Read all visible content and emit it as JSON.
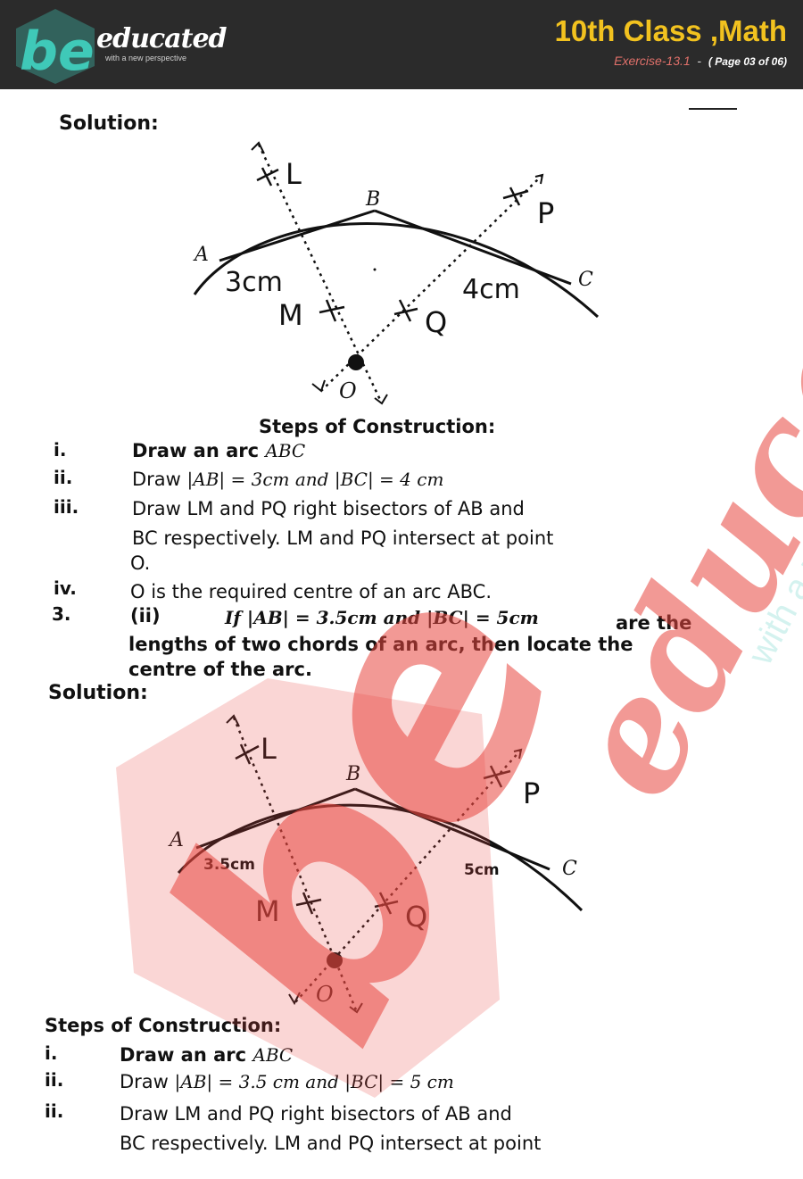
{
  "header": {
    "logo_text": "educated",
    "logo_mark": "be",
    "logo_tagline": "with a new perspective",
    "title": "10th Class ,Math",
    "exercise": "Exercise-13.1",
    "separator": "-",
    "page": "( Page 03 of 06)"
  },
  "section1": {
    "solution_label": "Solution:",
    "diagram": {
      "labels": {
        "L": "L",
        "P": "P",
        "A": "A",
        "B": "B",
        "C": "C",
        "M": "M",
        "Q": "Q",
        "O": "O"
      },
      "ab_length": "3cm",
      "bc_length": "4cm"
    },
    "steps_heading": "Steps of Construction:",
    "steps": [
      {
        "num": "i.",
        "text": "Draw an arc ",
        "math": "ABC"
      },
      {
        "num": "ii.",
        "text": "Draw ",
        "math": "|AB| = 3cm and |BC| = 4 cm"
      },
      {
        "num": "iii.",
        "line1": "Draw LM and PQ right bisectors of  AB  and",
        "line2": "BC  respectively. LM and PQ  intersect at point",
        "line3": "O."
      },
      {
        "num": "iv.",
        "text": "O is the required centre of an arc ABC."
      }
    ],
    "question": {
      "num": "3.",
      "part": "(ii)",
      "math": "If |AB| = 3.5cm and |BC| = 5cm",
      "line1_end": "are   the",
      "line2": "lengths of two chords of an arc, then locate the",
      "line3": "centre of the arc."
    }
  },
  "section2": {
    "solution_label": "Solution:",
    "diagram": {
      "labels": {
        "L": "L",
        "P": "P",
        "A": "A",
        "B": "B",
        "C": "C",
        "M": "M",
        "Q": "Q",
        "O": "O"
      },
      "ab_length": "3.5cm",
      "bc_length": "5cm"
    },
    "steps_heading": "Steps of Construction:",
    "steps": [
      {
        "num": "i.",
        "text": "Draw an arc ",
        "math": "ABC"
      },
      {
        "num": "ii.",
        "text": "Draw ",
        "math": "|AB| = 3.5 cm and |BC| = 5 cm"
      },
      {
        "num": "ii.",
        "line1": "Draw LM and PQ right bisectors of  AB  and",
        "line2": "BC  respectively. LM and PQ  intersect at point"
      }
    ]
  },
  "watermark": {
    "text": "educated",
    "mark": "be",
    "tagline": "with a new perspective"
  },
  "colors": {
    "header_bg": "#2b2b2b",
    "title_yellow": "#f2c21f",
    "exercise_red": "#e0706a",
    "logo_teal": "#3fc9b8",
    "watermark_red": "#e8463f"
  }
}
